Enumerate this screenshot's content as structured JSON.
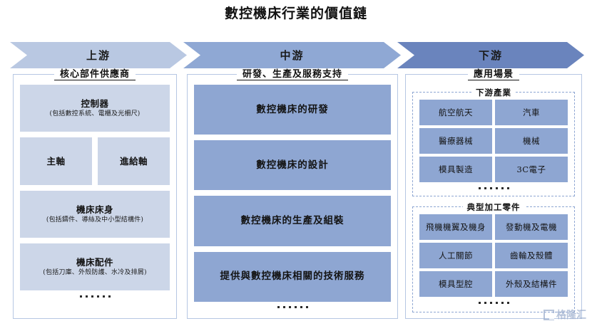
{
  "title": "數控機床行業的價值鏈",
  "colors": {
    "chevron_upstream": "#b9c8e2",
    "chevron_midstream": "#8fa8d4",
    "chevron_downstream": "#6a84bd",
    "card_light": "#ccd6e8",
    "card_mid": "#8ea6d2",
    "border": "#b6c7e3",
    "text": "#141414"
  },
  "stages": [
    {
      "id": "upstream",
      "chevron_label": "上游",
      "header": "核心部件供應商"
    },
    {
      "id": "midstream",
      "chevron_label": "中游",
      "header": "研發、生產及服務支持"
    },
    {
      "id": "downstream",
      "chevron_label": "下游",
      "header": "應用場景"
    }
  ],
  "upstream": {
    "controller": {
      "title": "控制器",
      "sub": "(包括數控系統、電櫃及光柵尺)"
    },
    "spindle": {
      "title": "主軸"
    },
    "feed_axis": {
      "title": "進給軸"
    },
    "machine_bed": {
      "title": "機床床身",
      "sub": "(包括鑄件、導絲及中小型結構件)"
    },
    "accessories": {
      "title": "機床配件",
      "sub": "(包括刀庫、外殼防護、水冷及排屑)"
    },
    "more": "••••••"
  },
  "midstream": {
    "items": [
      {
        "title": "數控機床的研發"
      },
      {
        "title": "數控機床的設計"
      },
      {
        "title": "數控機床的生產及組裝"
      },
      {
        "title": "提供與數控機床相關的技術服務"
      }
    ],
    "more": "••••••"
  },
  "downstream": {
    "industry_group": {
      "title": "下游產業",
      "items": [
        {
          "title": "航空航天"
        },
        {
          "title": "汽車"
        },
        {
          "title": "醫療器械"
        },
        {
          "title": "機械"
        },
        {
          "title": "模具製造"
        },
        {
          "title": "3C電子"
        }
      ],
      "more": "••••••"
    },
    "parts_group": {
      "title": "典型加工零件",
      "items": [
        {
          "title": "飛機機翼及機身"
        },
        {
          "title": "發動機及電機"
        },
        {
          "title": "人工關節"
        },
        {
          "title": "齒輪及殼體"
        },
        {
          "title": "模具型腔"
        },
        {
          "title": "外殼及結構件"
        }
      ],
      "more": "••••••"
    }
  },
  "watermark": {
    "text": "格隆汇"
  }
}
